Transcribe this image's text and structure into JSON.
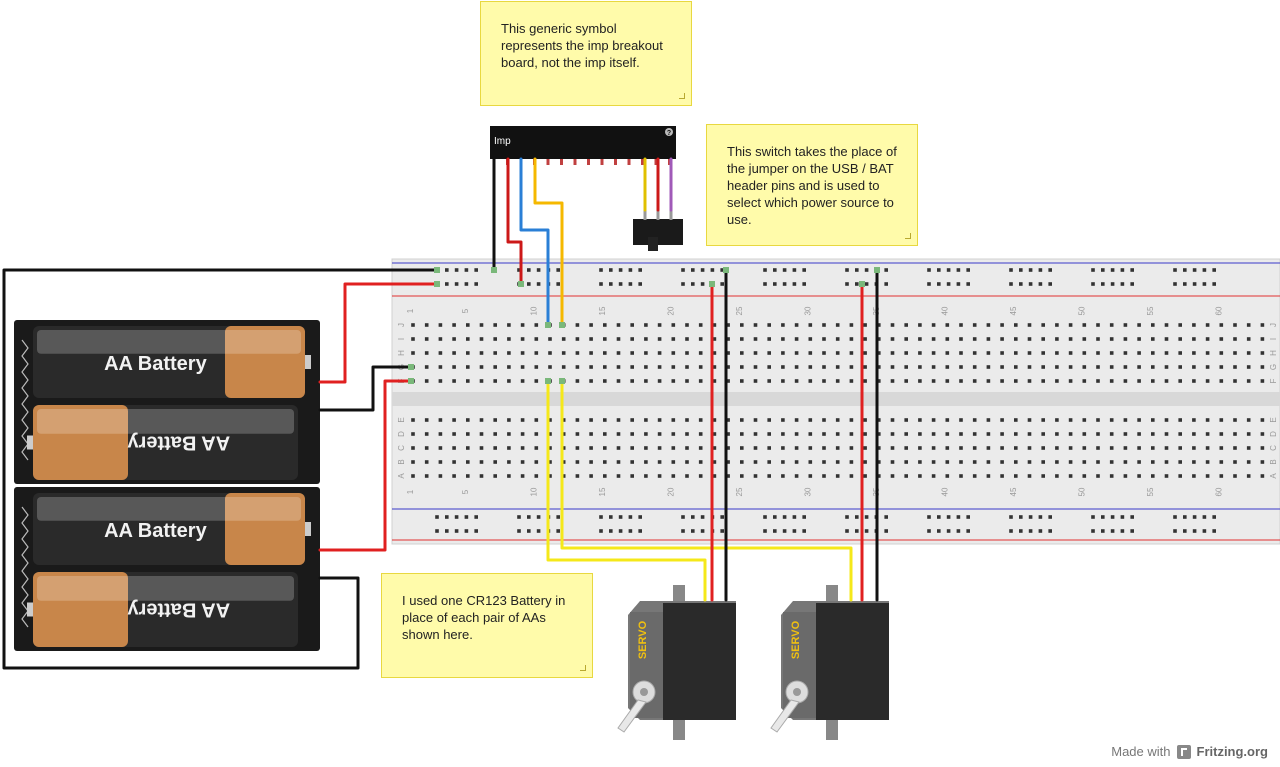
{
  "notes": {
    "imp_symbol": "This generic symbol represents the imp breakout board, not the imp itself.",
    "switch": "This switch takes the place of the jumper on the USB / BAT header pins and is used to select which power source to use.",
    "battery": "I used one CR123 Battery in place of each pair of AAs shown here."
  },
  "imp": {
    "label": "Imp",
    "help_glyph": "?"
  },
  "batteries": [
    {
      "label": "AA Battery"
    },
    {
      "label": "AA Battery"
    },
    {
      "label": "AA Battery"
    },
    {
      "label": "AA Battery"
    }
  ],
  "servos": [
    {
      "label": "SERVO"
    },
    {
      "label": "SERVO"
    }
  ],
  "breadboard": {
    "column_numbers": [
      "1",
      "5",
      "10",
      "15",
      "20",
      "25",
      "30",
      "35",
      "40",
      "45",
      "50",
      "55",
      "60"
    ],
    "top_row_letters": [
      "J",
      "I",
      "H",
      "G",
      "F"
    ],
    "bottom_row_letters": [
      "E",
      "D",
      "C",
      "B",
      "A"
    ]
  },
  "credit": {
    "prefix": "Made with",
    "brand": "Fritzing.org"
  },
  "colors": {
    "wire_black": "#111111",
    "wire_red": "#e02020",
    "wire_yellow": "#f5e81a",
    "wire_orange": "#f5b800",
    "wire_blue": "#2a7fd6",
    "wire_purple": "#a05ab8",
    "note_bg": "#fffbaa",
    "breadboard": "#ebebeb"
  }
}
